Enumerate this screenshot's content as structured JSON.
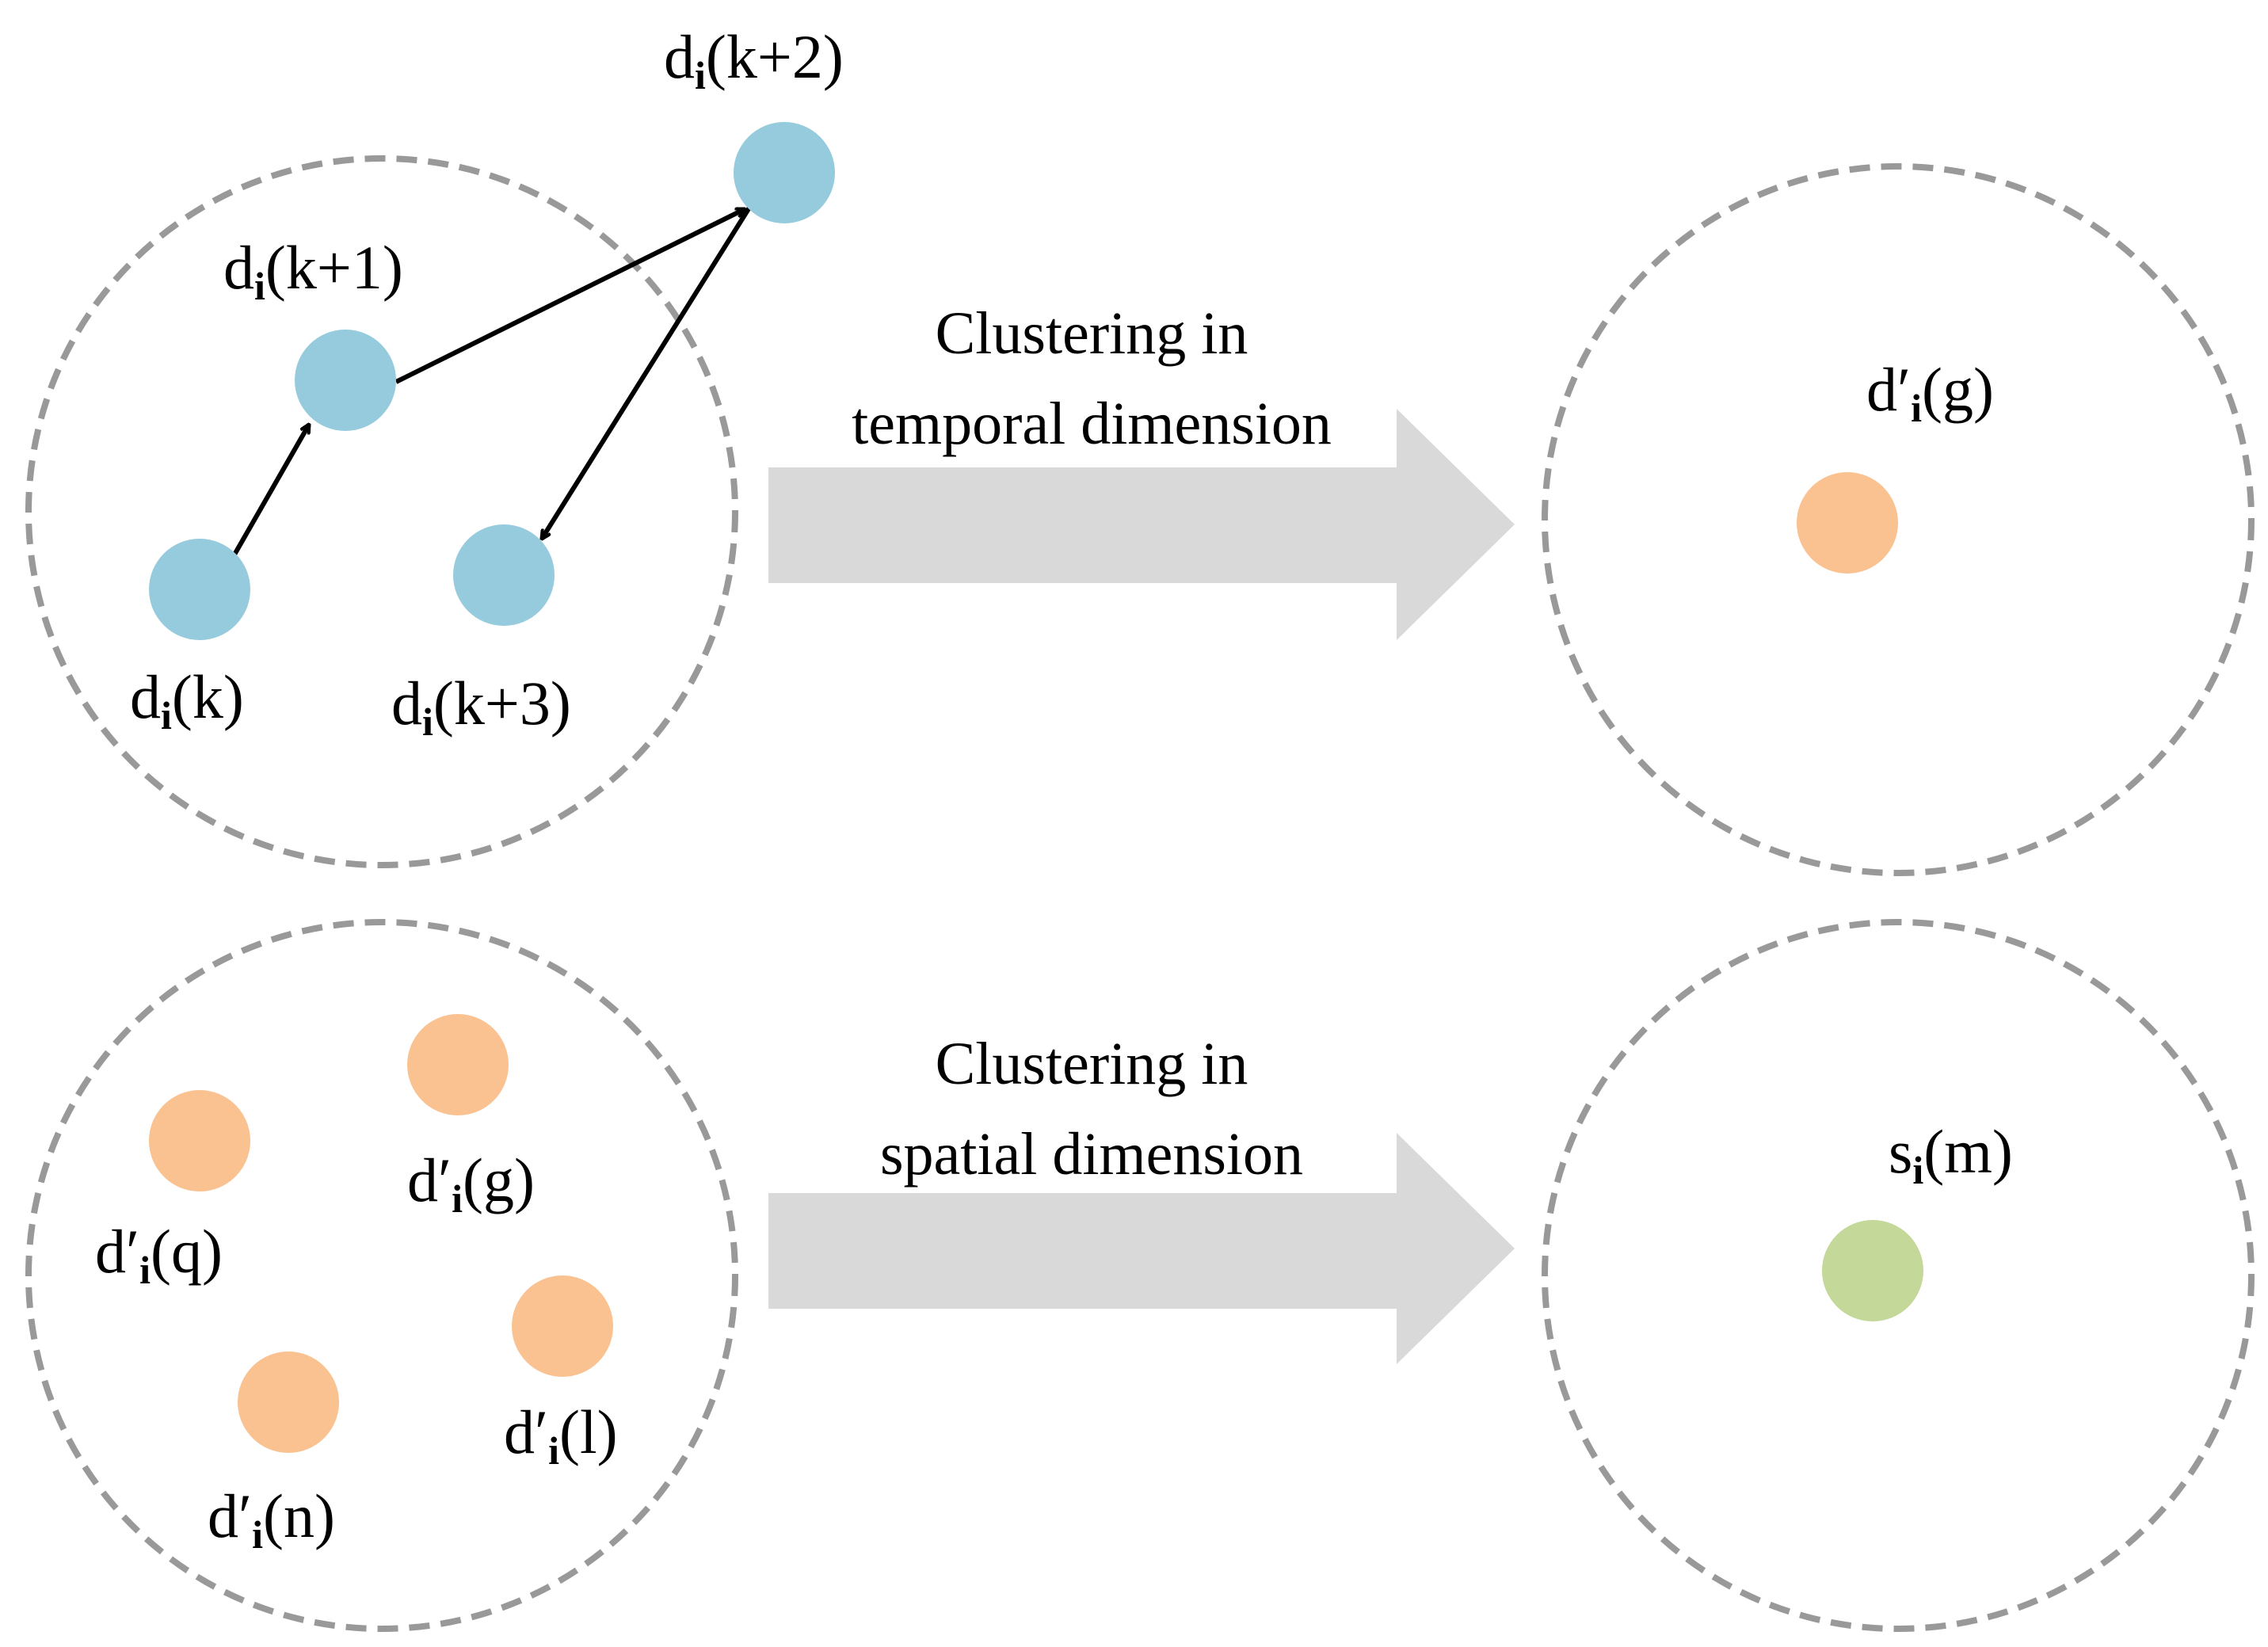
{
  "colors": {
    "dashed_circle": "#999999",
    "temporal_node": "#95CBDC",
    "cluster_node": "#F9C290",
    "spatial_node": "#C4D899",
    "arrow_fill": "#D9D9D9",
    "edge": "#000000"
  },
  "top_row": {
    "left_group": {
      "nodes": [
        {
          "base": "d",
          "sub": "i",
          "arg": "(k)"
        },
        {
          "base": "d",
          "sub": "i",
          "arg": "(k+1)"
        },
        {
          "base": "d",
          "sub": "i",
          "arg": "(k+2)"
        },
        {
          "base": "d",
          "sub": "i",
          "arg": "(k+3)"
        }
      ]
    },
    "arrow": {
      "line1": "Clustering in",
      "line2": "temporal dimension"
    },
    "right_group": {
      "node": {
        "base": "d′",
        "sub": "i",
        "arg": "(g)"
      }
    }
  },
  "bottom_row": {
    "left_group": {
      "nodes": [
        {
          "base": "d′",
          "sub": "i",
          "arg": "(q)"
        },
        {
          "base": "d′",
          "sub": "i",
          "arg": "(g)"
        },
        {
          "base": "d′",
          "sub": "i",
          "arg": "(l)"
        },
        {
          "base": "d′",
          "sub": "i",
          "arg": "(n)"
        }
      ]
    },
    "arrow": {
      "line1": "Clustering in",
      "line2": "spatial dimension"
    },
    "right_group": {
      "node": {
        "base": "s",
        "sub": "i",
        "arg": "(m)"
      }
    }
  }
}
